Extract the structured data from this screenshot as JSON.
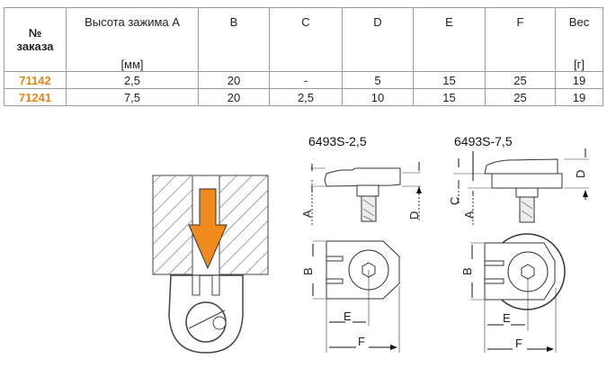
{
  "table": {
    "headers": [
      {
        "top": "№ заказа",
        "bottom": ""
      },
      {
        "top": "Высота зажима A",
        "bottom": "[мм]"
      },
      {
        "top": "B",
        "bottom": ""
      },
      {
        "top": "C",
        "bottom": ""
      },
      {
        "top": "D",
        "bottom": ""
      },
      {
        "top": "E",
        "bottom": ""
      },
      {
        "top": "F",
        "bottom": ""
      },
      {
        "top": "Вес",
        "bottom": "[г]"
      }
    ],
    "rows": [
      [
        "71142",
        "2,5",
        "20",
        "-",
        "5",
        "15",
        "25",
        "19"
      ],
      [
        "71241",
        "7,5",
        "20",
        "2,5",
        "10",
        "15",
        "25",
        "19"
      ]
    ]
  },
  "drawings": {
    "left_title": "6493S-2,5",
    "right_title": "6493S-7,5",
    "dim": {
      "a": "A",
      "b": "B",
      "c": "C",
      "d": "D",
      "e": "E",
      "f": "F"
    },
    "accent": "#f08a1c"
  }
}
